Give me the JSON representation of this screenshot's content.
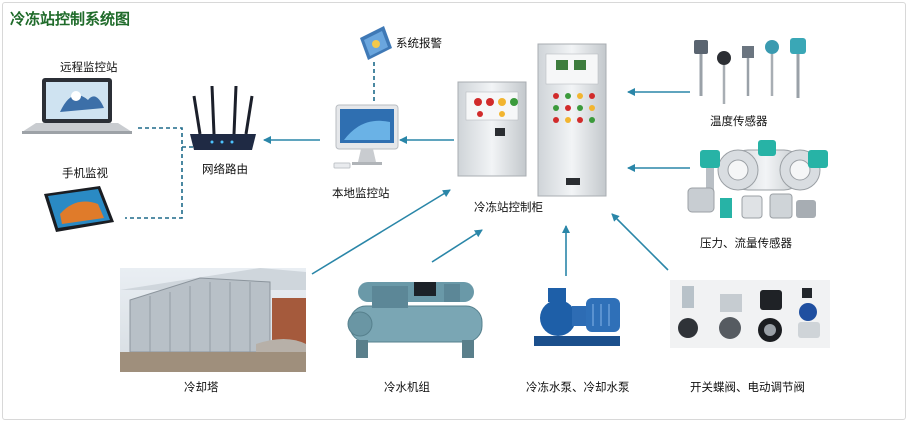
{
  "title": "冷冻站控制系统图",
  "labels": {
    "remote": "远程监控站",
    "mobile": "手机监视",
    "router": "网络路由",
    "alarm": "系统报警",
    "local": "本地监控站",
    "cabinet": "冷冻站控制柜",
    "temp_sensor": "温度传感器",
    "pf_sensor": "压力、流量传感器",
    "cooling_tower": "冷却塔",
    "chiller": "冷水机组",
    "pumps": "冷冻水泵、冷却水泵",
    "valves": "开关蝶阀、电动调节阀"
  },
  "colors": {
    "title": "#1f6b2a",
    "arrow": "#2a86a8",
    "dashed": "#1e6a8a",
    "cabinet": "#e4e7ea"
  }
}
